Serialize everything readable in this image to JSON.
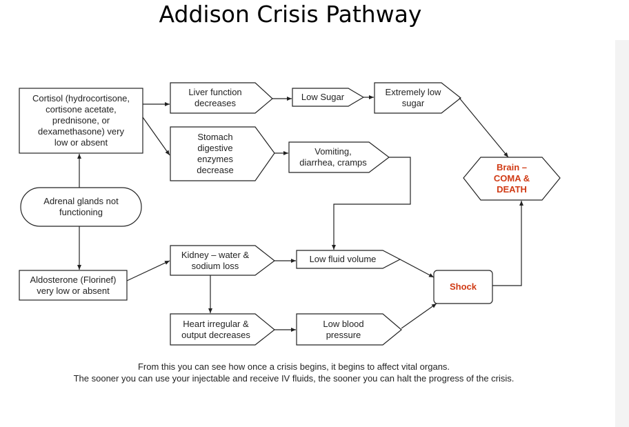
{
  "title": "Addison Crisis Pathway",
  "nodes": {
    "cortisol": "Cortisol (hydrocortisone,\ncortisone acetate,\nprednisone, or\ndexamethasone) very\nlow or absent",
    "adrenal": "Adrenal glands not\nfunctioning",
    "aldosterone": "Aldosterone (Florinef)\nvery low or absent",
    "liver": "Liver function\ndecreases",
    "stomach": "Stomach\ndigestive\nenzymes\ndecrease",
    "low_sugar": "Low Sugar",
    "extreme_sugar": "Extremely low\nsugar",
    "vomiting": "Vomiting,\ndiarrhea, cramps",
    "kidney": "Kidney – water &\nsodium loss",
    "heart": "Heart irregular &\noutput decreases",
    "low_fluid": "Low fluid volume",
    "low_bp": "Low blood\npressure",
    "shock": "Shock",
    "brain": "Brain –\nCOMA &\nDEATH"
  },
  "footnotes": {
    "line1": "From this you can see how once a crisis begins, it begins to affect vital organs.",
    "line2": "The sooner you can use your injectable and receive IV fluids, the sooner you can halt the progress of the crisis."
  },
  "colors": {
    "stroke": "#222222",
    "text": "#222222",
    "alert": "#d03a14"
  }
}
